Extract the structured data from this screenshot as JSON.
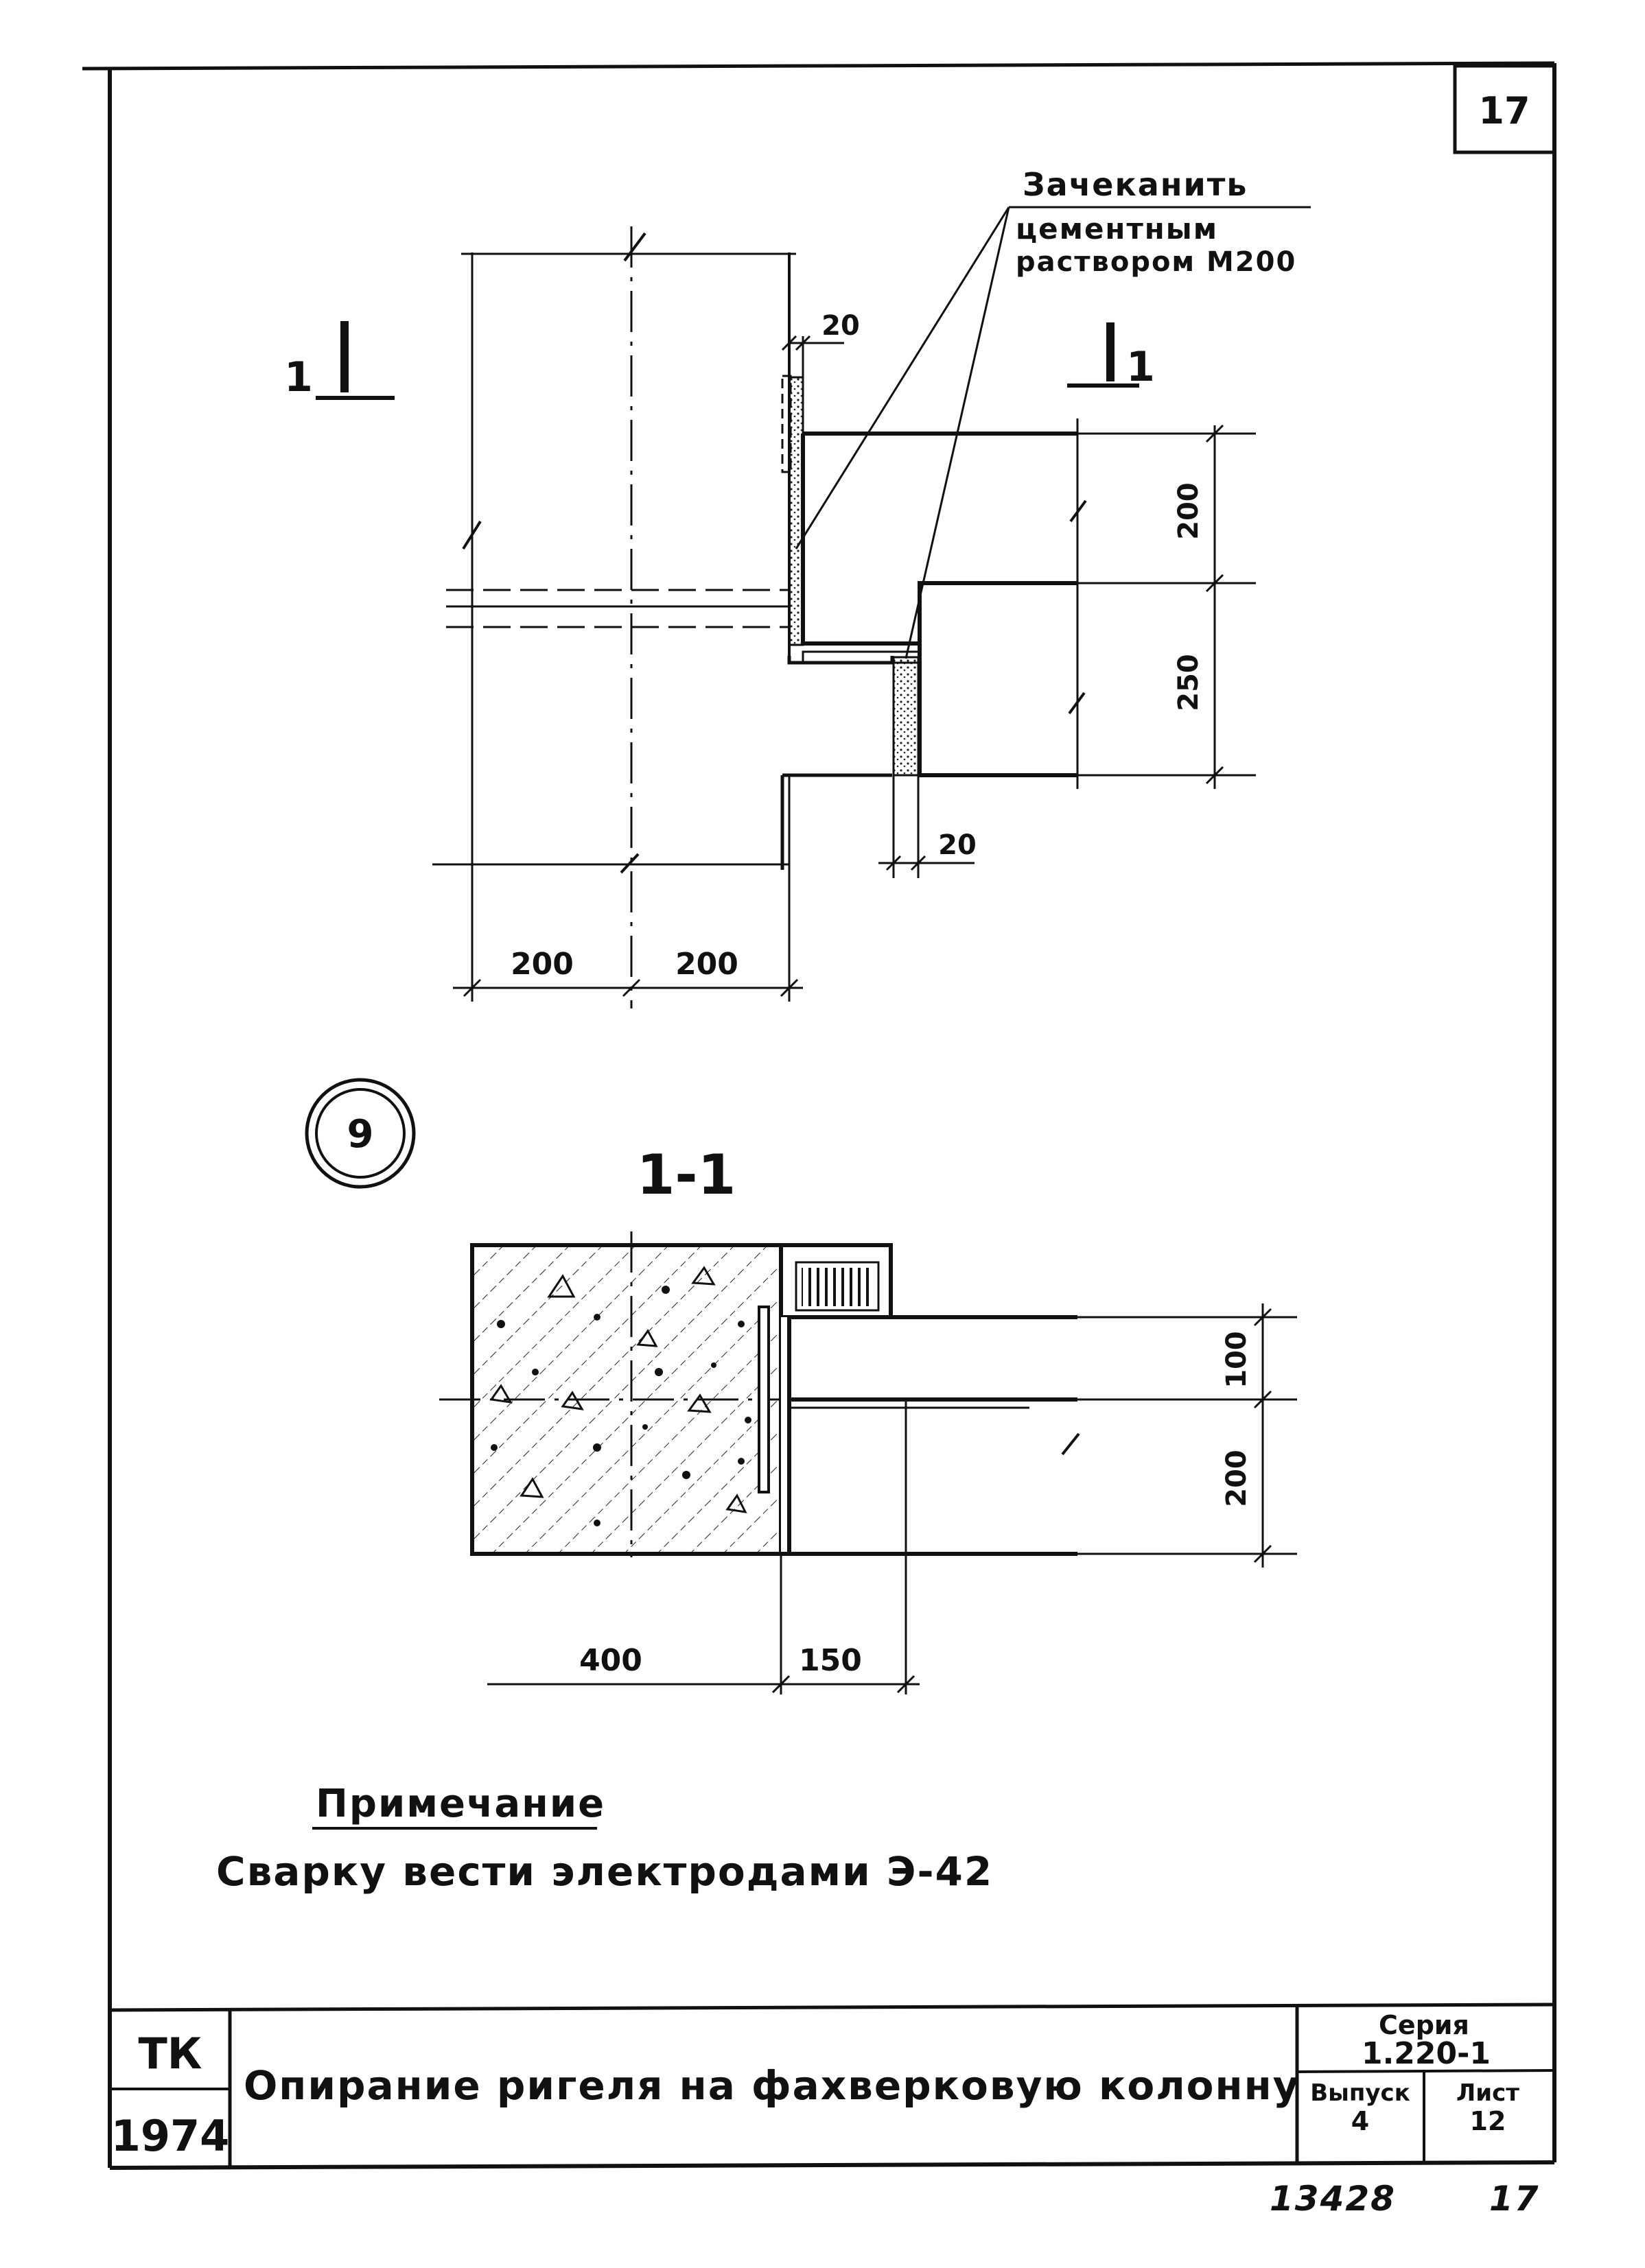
{
  "sheet": {
    "corner_number": "17",
    "bottom_stamp": "13428",
    "bottom_page": "17"
  },
  "callout": {
    "line1": "Зачеканить",
    "line2": "цементным",
    "line3": "раствором М200"
  },
  "section_marks": {
    "left": "1",
    "right": "1"
  },
  "elevation_dims": {
    "gap_top": "20",
    "height_upper": "200",
    "height_lower": "250",
    "gap_bottom": "20",
    "width_left": "200",
    "width_right": "200"
  },
  "node": {
    "number": "9"
  },
  "section": {
    "title": "1-1",
    "height_top": "100",
    "height_bottom": "200",
    "width_column": "400",
    "width_bearing": "150"
  },
  "note": {
    "heading": "Примечание",
    "text": "Сварку вести электродами Э-42"
  },
  "title_block": {
    "org_top": "ТК",
    "year": "1974",
    "title": "Опирание ригеля на фахверковую колонну",
    "series_label": "Серия",
    "series_value": "1.220-1",
    "issue_label": "Выпуск",
    "issue_value": "4",
    "sheet_label": "Лист",
    "sheet_value": "12"
  }
}
